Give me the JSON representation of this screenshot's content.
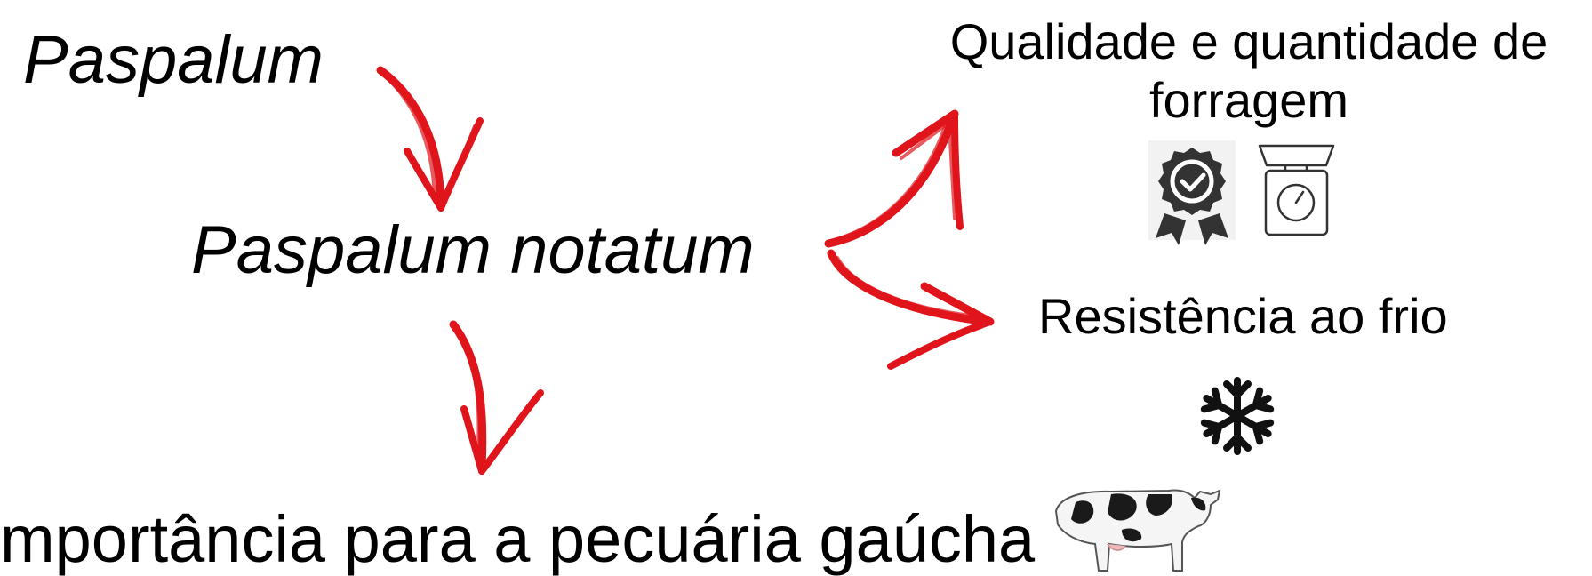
{
  "diagram": {
    "genus": "Paspalum",
    "species": "Paspalum notatum",
    "trait_quality": "Qualidade e quantidade de forragem",
    "trait_cold": "Resistência ao frio",
    "importance": "mportância para a pecuária gaúcha"
  },
  "colors": {
    "arrow": "#e0141b",
    "text": "#000000",
    "icon": "#333333"
  },
  "icons": [
    "quality-badge-icon",
    "weighing-scale-icon",
    "snowflake-icon",
    "cow-icon"
  ]
}
